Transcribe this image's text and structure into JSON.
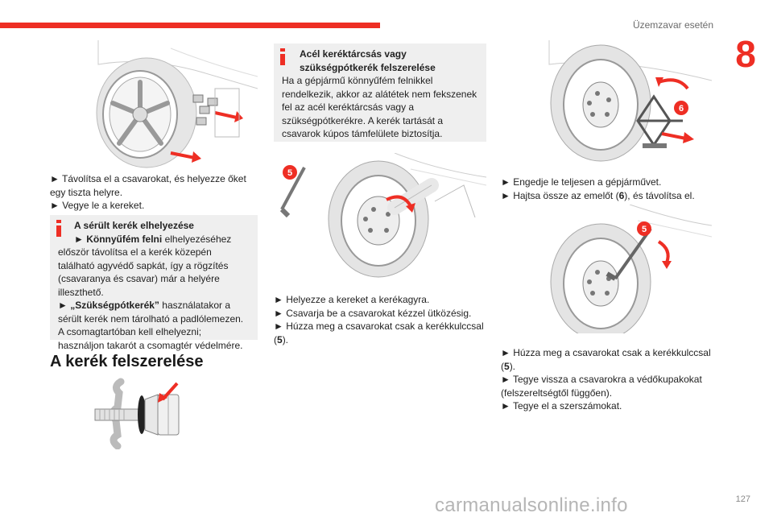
{
  "header": {
    "section_title": "Üzemzavar esetén",
    "chapter_number": "8",
    "page_number": "127"
  },
  "left": {
    "step1": "► Távolítsa el a csavarokat, és helyezze őket egy tiszta helyre.",
    "step2": "► Vegye le a kereket.",
    "info": {
      "title": "A sérült kerék elhelyezése",
      "line1_bullet": "► ",
      "line1_bold": "Könnyűfém felni",
      "line1_rest": " elhelyezéséhez először távolítsa el a kerék közepén található agyvédő sapkát, így a rögzítés (csavaranya és csavar) már a helyére illeszthető.",
      "line2_bullet": "► ",
      "line2_bold": "„Szükségpótkerék”",
      "line2_rest": " használatakor a sérült kerék nem tárolható a padlólemezen. A csomagtartóban kell elhelyezni; használjon takarót a csomagtér védelmére."
    },
    "heading": "A kerék felszerelése"
  },
  "middle": {
    "info": {
      "title": "Acél keréktárcsás vagy szükségpótkerék felszerelése",
      "body": "Ha a gépjármű könnyűfém felnikkel rendelkezik, akkor az alátétek nem fekszenek fel az acél keréktárcsás vagy a szükségpótkerékre. A kerék tartását a csavarok kúpos támfelülete biztosítja."
    },
    "callout": "5",
    "step1": "► Helyezze a kereket a kerékagyra.",
    "step2": "► Csavarja be a csavarokat kézzel ütközésig.",
    "step3_pre": "► Húzza meg a csavarokat csak a kerékkulccsal (",
    "step3_ref": "5",
    "step3_post": ")."
  },
  "right": {
    "callout_top": "6",
    "step1": "► Engedje le teljesen a gépjárművet.",
    "step2_pre": "► Hajtsa össze az emelőt (",
    "step2_ref": "6",
    "step2_post": "), és távolítsa el.",
    "callout_bottom": "5",
    "step3_pre": "► Húzza meg a csavarokat csak a kerékkulccsal (",
    "step3_ref": "5",
    "step3_post": ").",
    "step4": "► Tegye vissza a csavarokra a védőkupakokat (felszereltségtől függően).",
    "step5": "► Tegye el a szerszámokat."
  },
  "watermark": "carmanualsonline.info",
  "colors": {
    "accent": "#ee2e24",
    "infobox_bg": "#efefef",
    "text": "#222222",
    "header_text": "#6b6b6b"
  }
}
